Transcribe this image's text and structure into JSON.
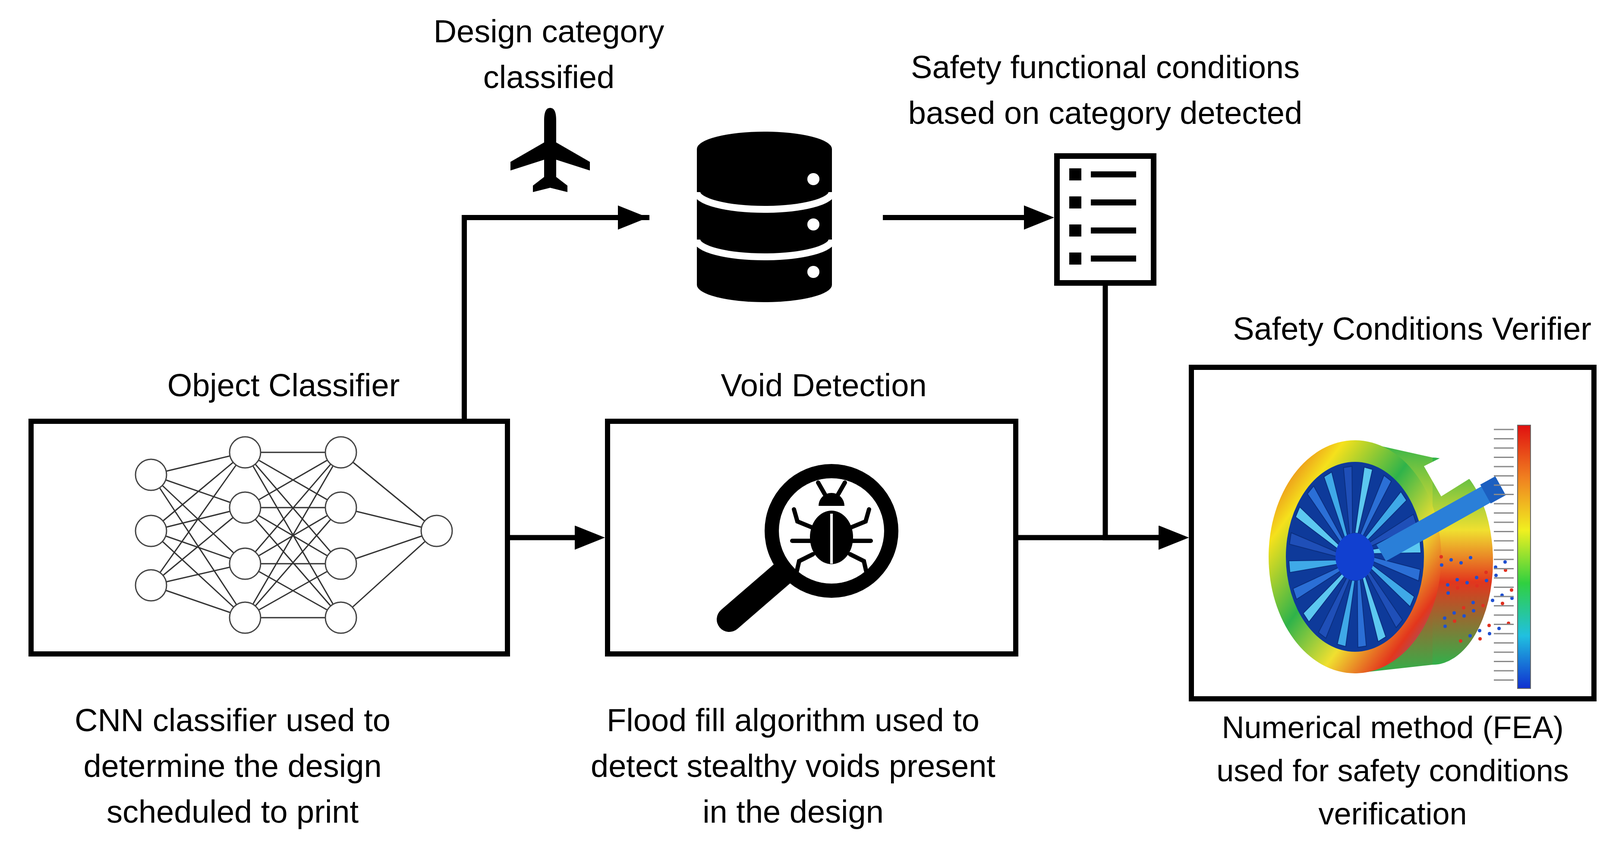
{
  "diagram": {
    "nodes": [
      {
        "text": [
          "Object Classifier",
          "CNN classifier used to determine the design scheduled to print"
        ]
      },
      {
        "text": [
          "Void Detection",
          "Flood fill algorithm used to detect stealthy voids present in the design"
        ]
      },
      {
        "text": [
          "Safety functional conditions based on category detected"
        ]
      },
      {
        "text": [
          "Safety Conditions Verifier",
          "Numerical method (FEA) used for safety conditions verification"
        ]
      }
    ],
    "edges": [
      {
        "from": 0,
        "to": 1,
        "arrow": "to"
      },
      {
        "from": 0,
        "to": 2,
        "label": "Design category classified",
        "arrow": "to"
      },
      {
        "from": 1,
        "to": 3,
        "arrow": "to"
      },
      {
        "from": 2,
        "to": 3,
        "arrow": "to"
      }
    ]
  }
}
